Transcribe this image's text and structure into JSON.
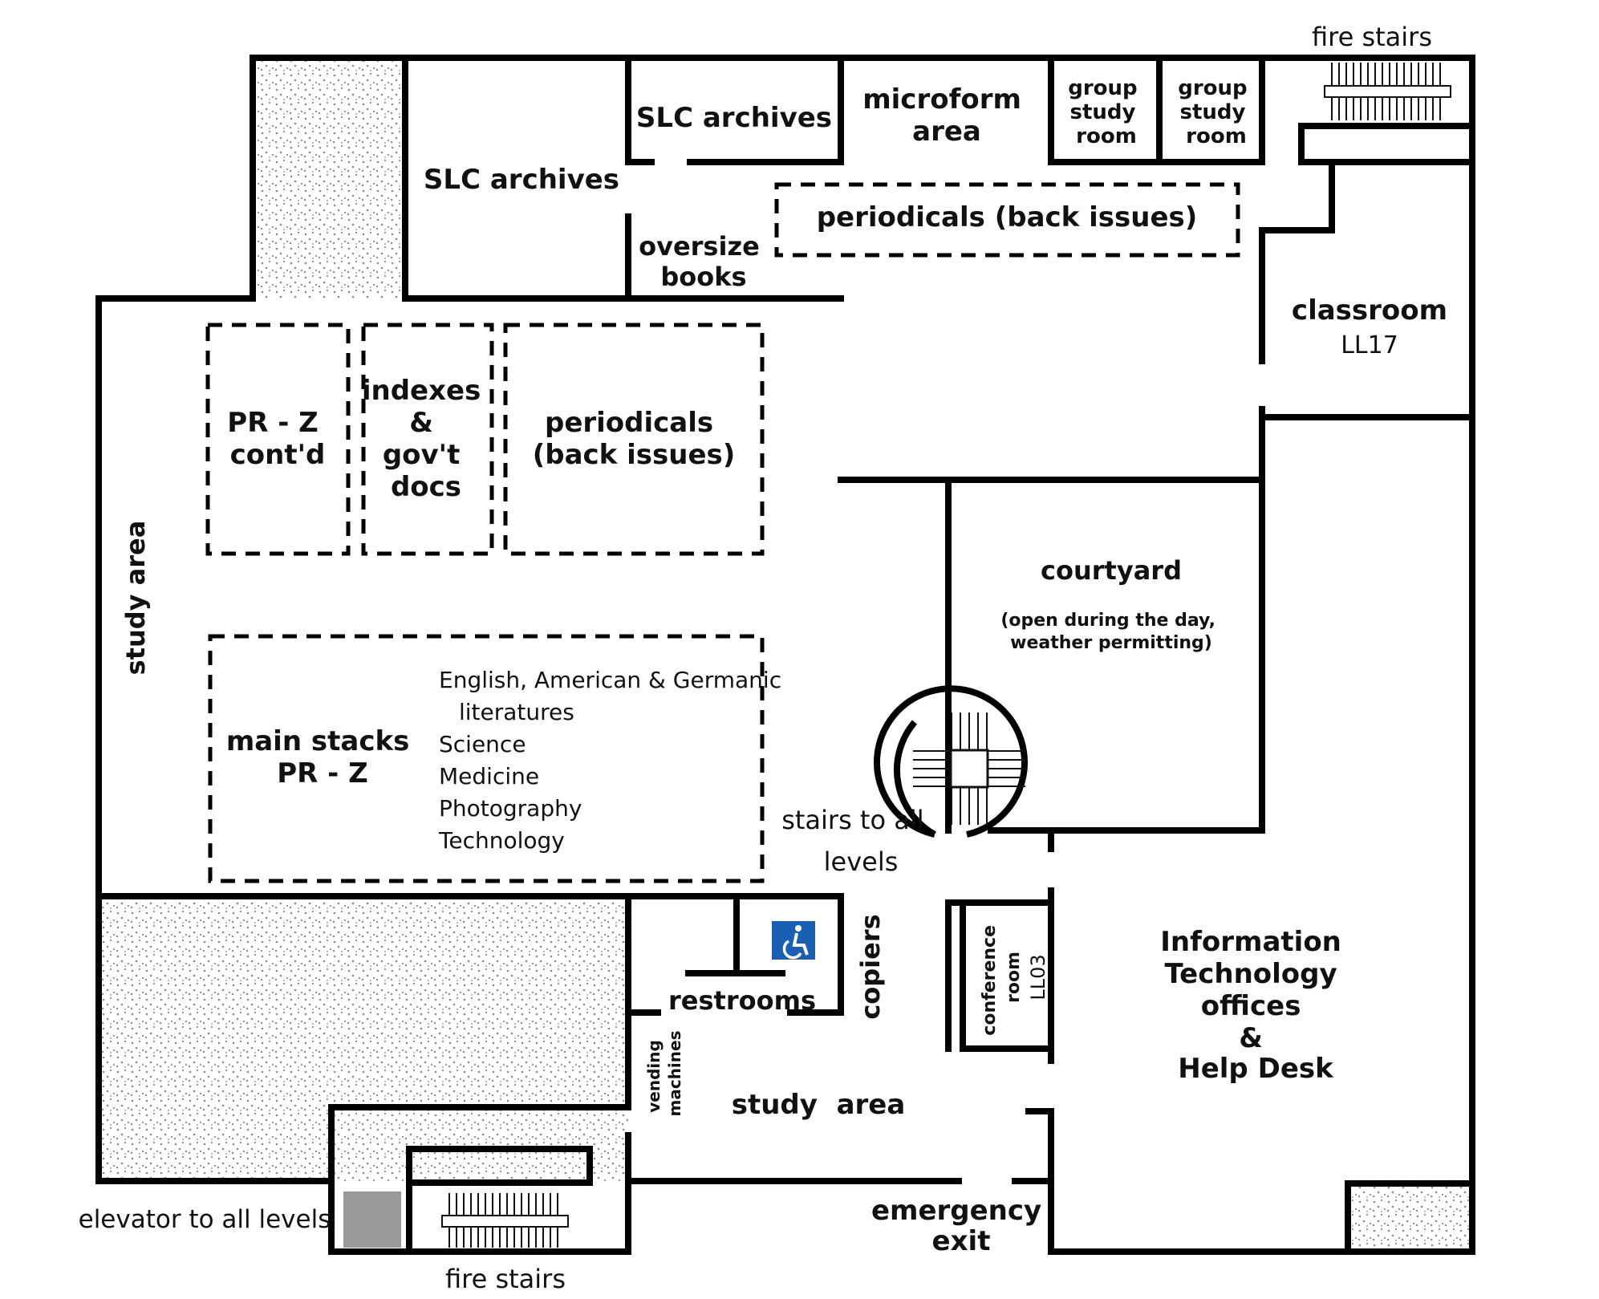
{
  "rooms": {
    "slc_archives_small": "SLC archives",
    "slc_archives_large": "SLC archives",
    "microform": [
      "microform",
      "area"
    ],
    "group_study_1": [
      "group",
      "study",
      "room"
    ],
    "group_study_2": [
      "group",
      "study",
      "room"
    ],
    "oversize_books": [
      "oversize",
      "books"
    ],
    "periodicals_top": "periodicals (back issues)",
    "classroom": {
      "name": "classroom",
      "number": "LL17"
    },
    "pr_z_contd": [
      "PR - Z",
      "cont'd"
    ],
    "indexes": [
      "indexes",
      "&",
      "gov't",
      "docs"
    ],
    "periodicals_mid": [
      "periodicals",
      "(back issues)"
    ],
    "study_area_left": "study area",
    "courtyard": {
      "name": "courtyard",
      "note": [
        "(open during the day,",
        "weather permitting)"
      ]
    },
    "main_stacks": {
      "title": [
        "main stacks",
        "PR - Z"
      ],
      "subjects": [
        "English,  American & Germanic",
        "literatures",
        "Science",
        "Medicine",
        "Photography",
        "Technology"
      ]
    },
    "stairs_all_levels": [
      "stairs to all",
      "levels"
    ],
    "restrooms": "restrooms",
    "copiers": "copiers",
    "vending": [
      "vending",
      "machines"
    ],
    "conference": {
      "name": [
        "conference",
        "room"
      ],
      "number": "LL03"
    },
    "it_offices": [
      "Information",
      "Technology",
      "offices",
      "&",
      "Help Desk"
    ],
    "study_area_bottom": "study  area",
    "emergency_exit": [
      "emergency",
      "exit"
    ],
    "elevator": "elevator to all levels",
    "fire_stairs_top": "fire stairs",
    "fire_stairs_bottom": "fire stairs"
  },
  "icons": {
    "accessibility": "wheelchair-accessible-icon",
    "accessibility_color": "#1a5fb4"
  },
  "colors": {
    "hatch": "#9a9a9a",
    "elevator": "#999999"
  }
}
